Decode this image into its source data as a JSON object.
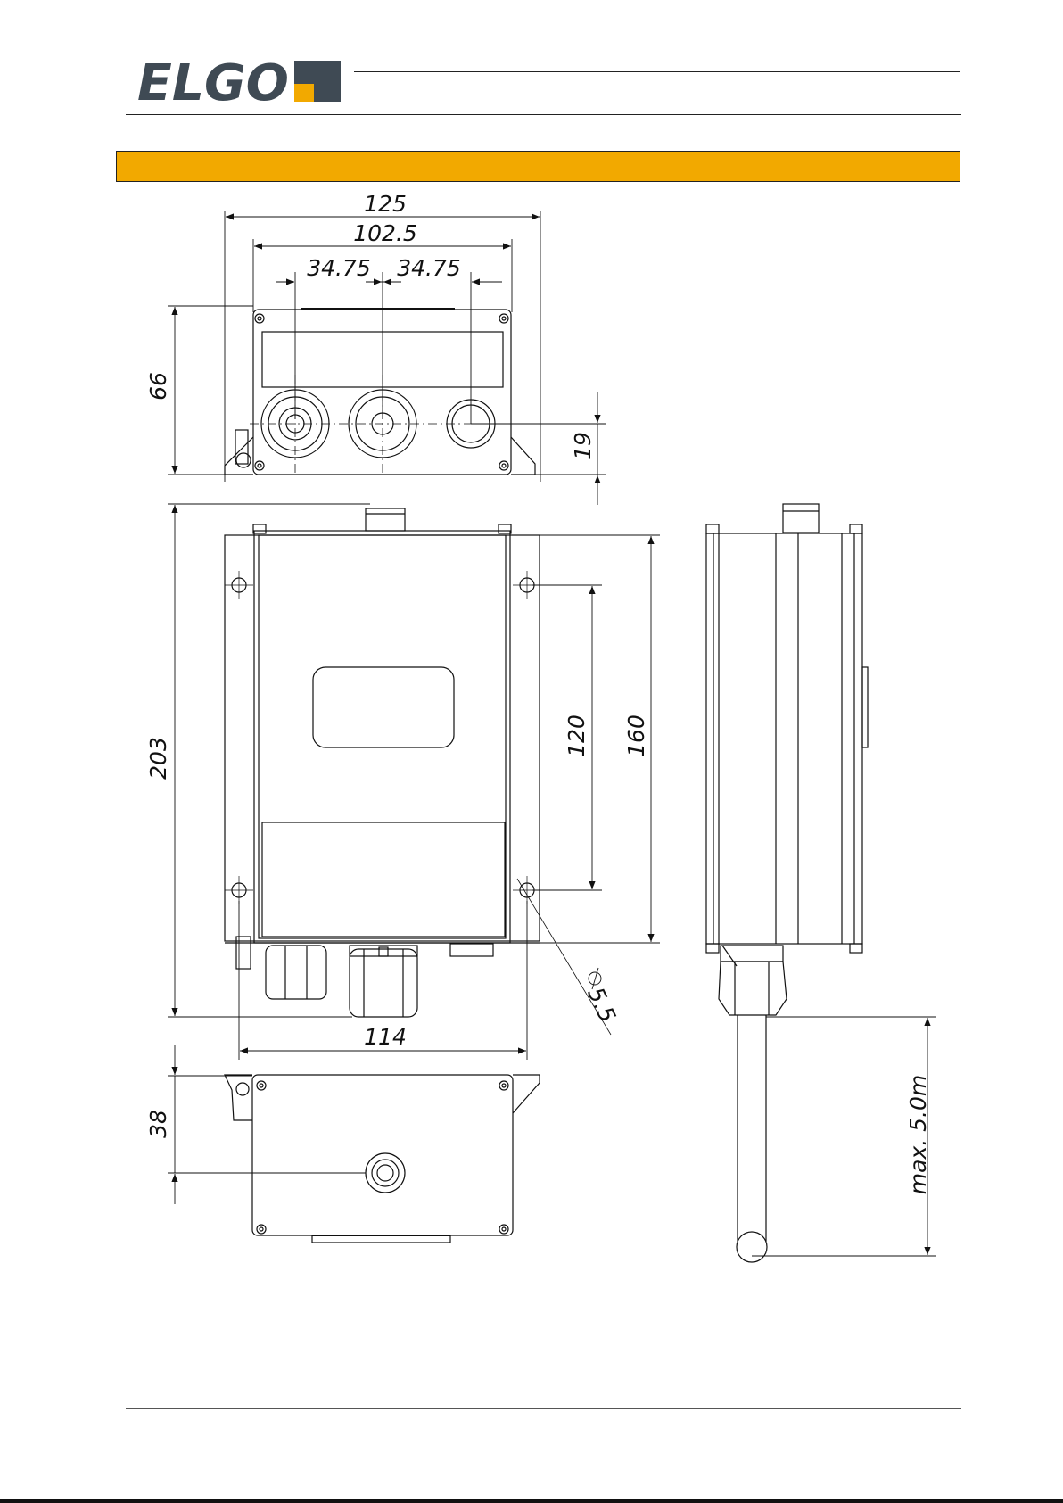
{
  "header": {
    "logo_text": "ELGO",
    "colors": {
      "logo_text": "#3f4a54",
      "logo_accent": "#f2a900",
      "section_bar": "#f2a900"
    }
  },
  "drawing": {
    "top_view": {
      "width_total": "125",
      "width_inner": "102.5",
      "pitch_left": "34.75",
      "pitch_right": "34.75",
      "height": "66",
      "axis_offset": "19"
    },
    "front_view": {
      "height_total": "203",
      "mount_pitch": "120",
      "body_height": "160",
      "mount_width": "114",
      "hole_diameter": "5.5"
    },
    "bottom_view": {
      "depth": "38"
    },
    "side_view": {
      "cable_length": "max. 5.0m"
    }
  }
}
